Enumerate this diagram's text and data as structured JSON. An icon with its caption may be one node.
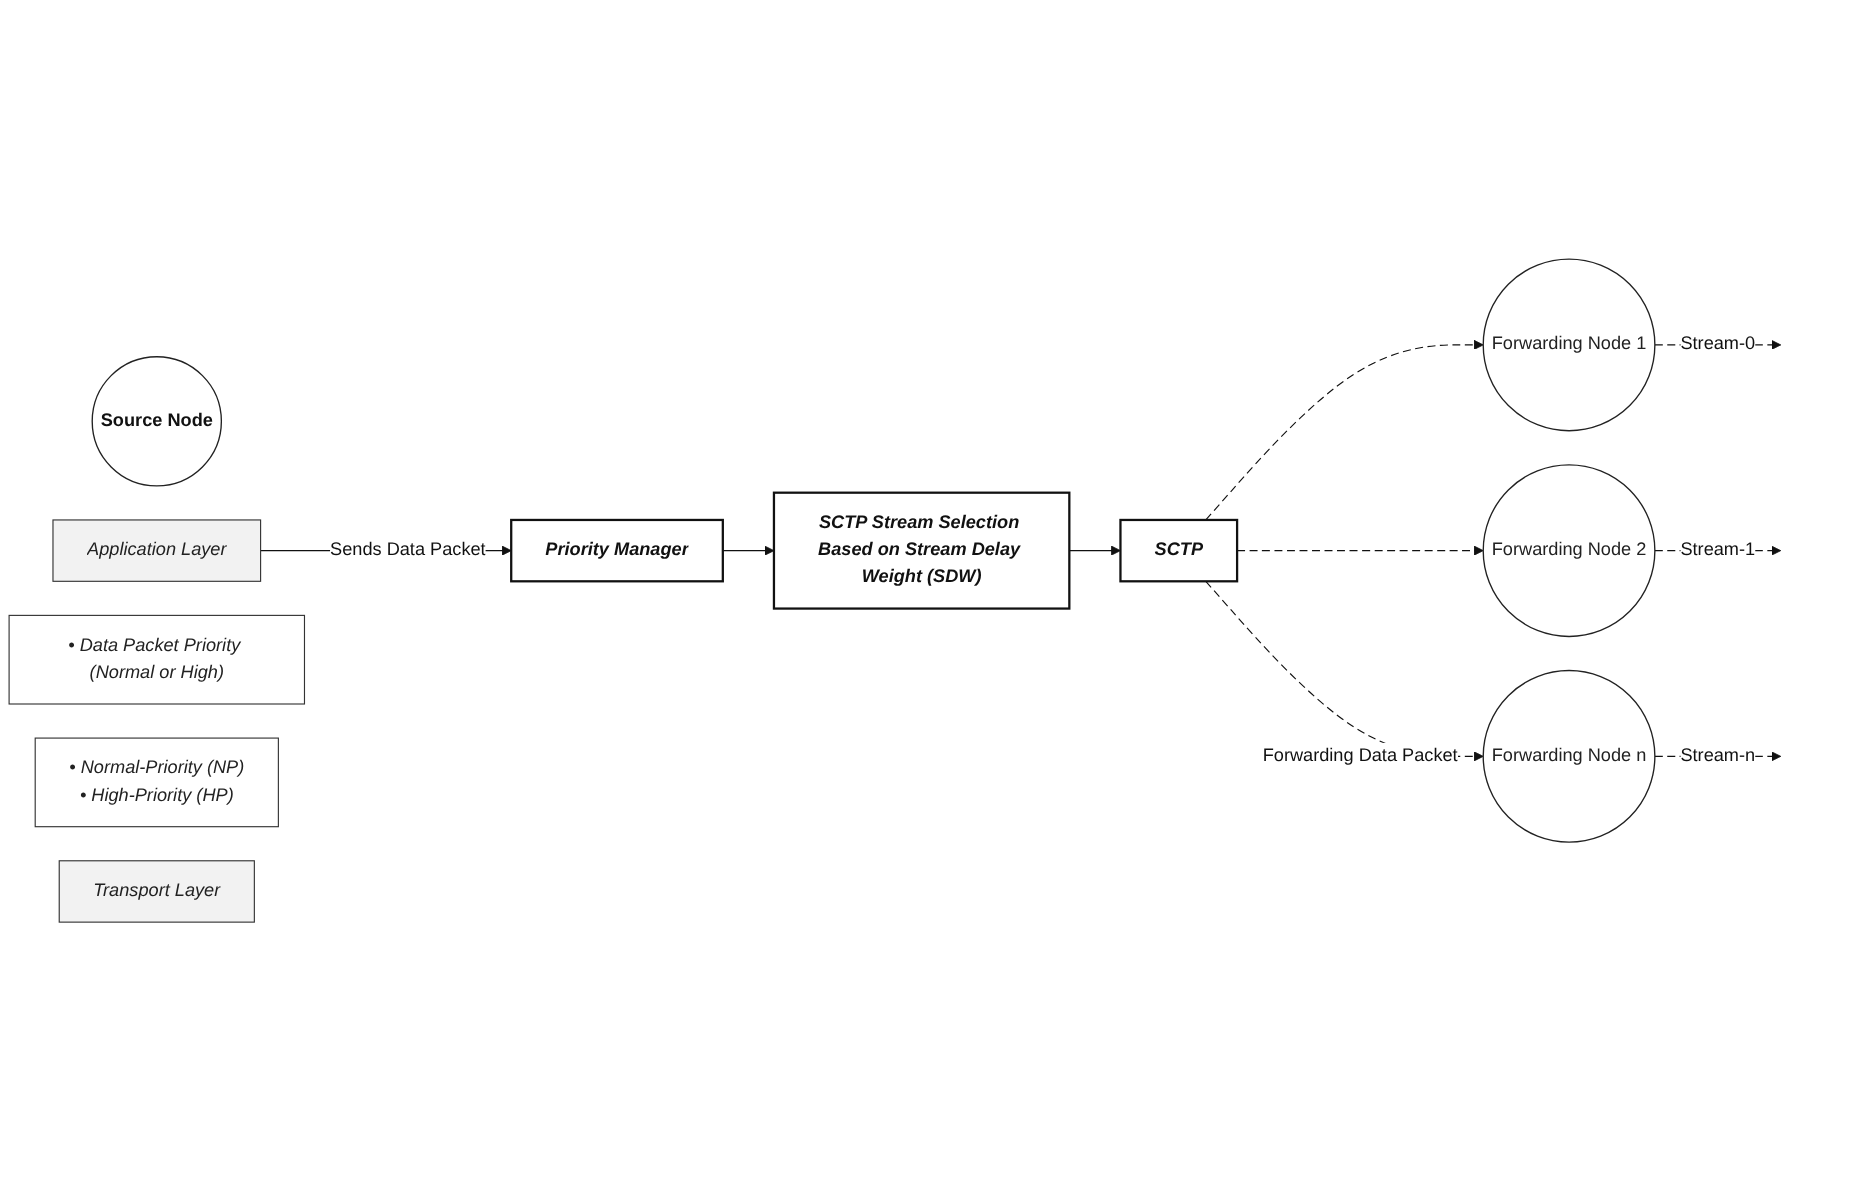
{
  "diagram": {
    "nodes": [
      {
        "text": [
          "Source Node"
        ]
      },
      {
        "text": [
          "Application Layer"
        ]
      },
      {
        "text": [
          "Priority Manager"
        ]
      },
      {
        "text": [
          "• Data Packet Priority (Normal or High)"
        ]
      },
      {
        "text": [
          "SCTP Stream Selection Based on Stream Delay Weight (SDW)"
        ]
      },
      {
        "text": [
          "• Normal-Priority (NP)",
          "• High-Priority (HP)"
        ]
      },
      {
        "text": [
          "Transport Layer"
        ]
      },
      {
        "text": [
          "SCTP"
        ]
      },
      {
        "text": [
          "Forwarding Node 1"
        ]
      },
      {
        "text": [
          "Forwarding Node 2"
        ]
      },
      {
        "text": [
          "Forwarding Node n"
        ]
      }
    ],
    "edges": [
      {
        "from": 1,
        "to": 2,
        "arrow": "to",
        "label": "Sends Data Packet"
      },
      {
        "from": 2,
        "to": 4,
        "arrow": "to"
      },
      {
        "from": 4,
        "to": 7,
        "arrow": "to"
      },
      {
        "from": 7,
        "to": 8,
        "arrow": "to",
        "style": "dashed"
      },
      {
        "from": 7,
        "to": 9,
        "arrow": "to",
        "style": "dashed"
      },
      {
        "from": 7,
        "to": 10,
        "arrow": "to",
        "style": "dashed",
        "label": "Forwarding Data Packet"
      },
      {
        "from": 8,
        "to": null,
        "arrow": "to",
        "style": "dashed",
        "label": "Stream-0"
      },
      {
        "from": 9,
        "to": null,
        "arrow": "to",
        "style": "dashed",
        "label": "Stream-1"
      },
      {
        "from": 10,
        "to": null,
        "arrow": "to",
        "style": "dashed",
        "label": "Stream-n"
      }
    ]
  }
}
